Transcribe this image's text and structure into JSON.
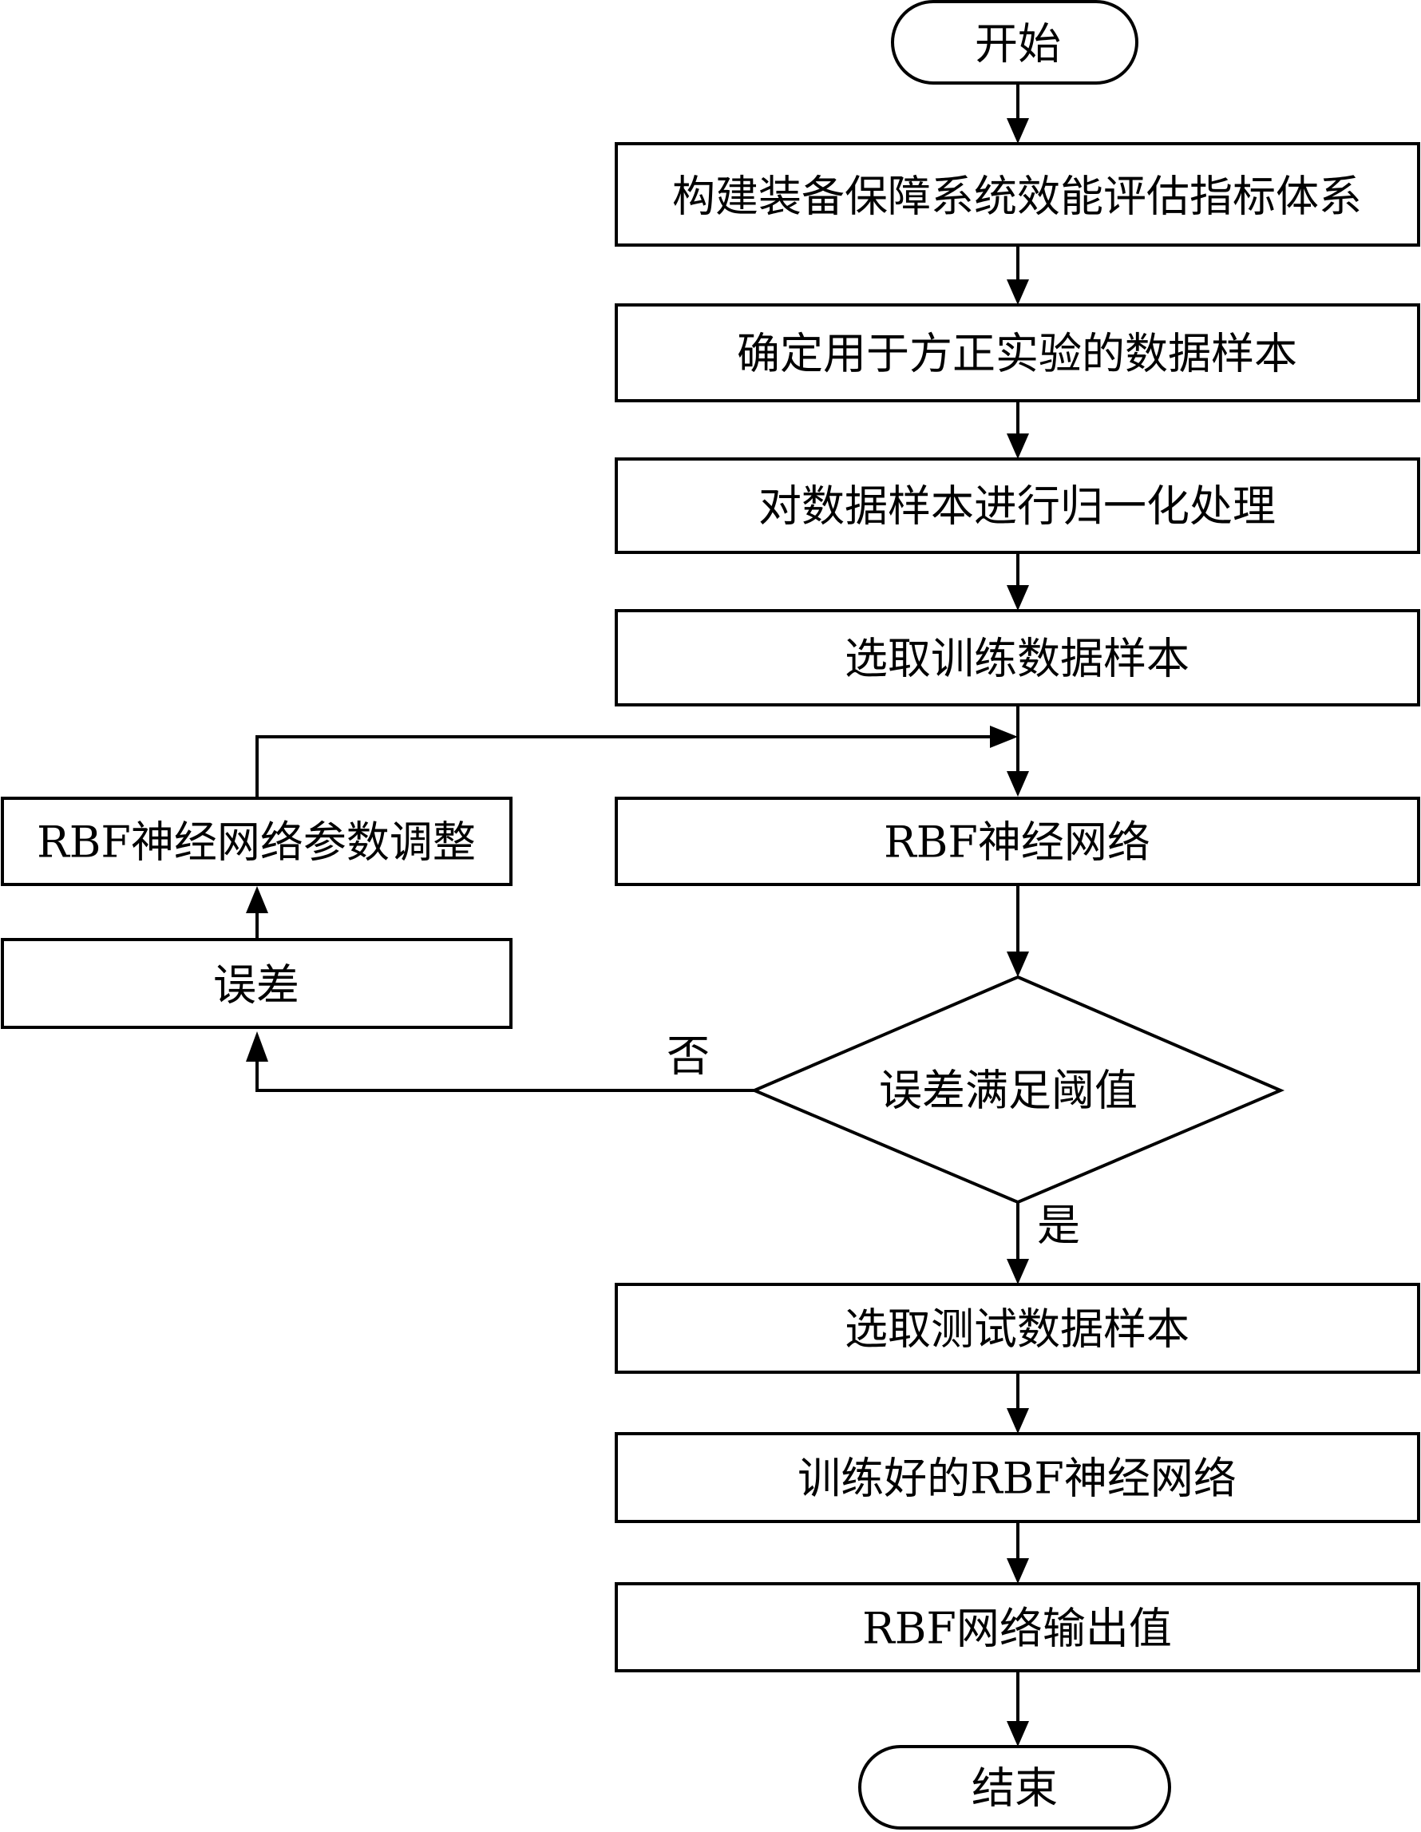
{
  "flowchart": {
    "nodes": {
      "start": "开始",
      "build_index": "构建装备保障系统效能评估指标体系",
      "determine_samples": "确定用于方正实验的数据样本",
      "normalize": "对数据样本进行归一化处理",
      "select_training": "选取训练数据样本",
      "rbf_network": "RBF神经网络",
      "decision": "误差满足阈值",
      "select_test": "选取测试数据样本",
      "trained_rbf": "训练好的RBF神经网络",
      "rbf_output": "RBF网络输出值",
      "end": "结束",
      "error": "误差",
      "param_adjust": "RBF神经网络参数调整"
    },
    "edge_labels": {
      "no": "否",
      "yes": "是"
    }
  },
  "colors": {
    "stroke": "#000000",
    "fill": "#ffffff",
    "text": "#000000"
  }
}
